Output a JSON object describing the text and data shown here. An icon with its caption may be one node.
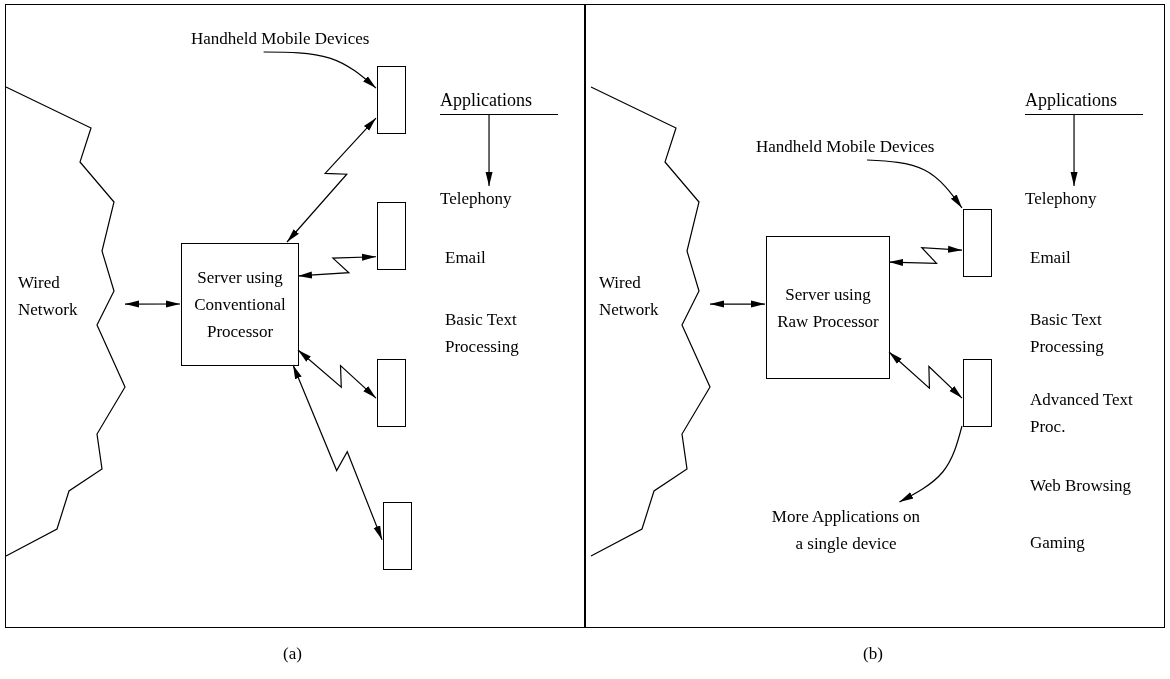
{
  "diagram": {
    "nodes": [
      {
        "text": [],
        "shape": "box",
        "beside": [
          "(a)"
        ]
      },
      {
        "text": [
          "Wired Network"
        ],
        "in": 0
      },
      {
        "text": [
          "Server using Conventional Processor"
        ],
        "in": 0
      },
      {
        "text": [
          "Handheld Mobile Devices"
        ],
        "in": 0
      },
      {
        "text": [],
        "shape": "box",
        "in": 0
      },
      {
        "text": [],
        "shape": "box",
        "in": 0
      },
      {
        "text": [],
        "shape": "box",
        "in": 0
      },
      {
        "text": [],
        "shape": "box",
        "in": 0
      },
      {
        "text": [
          "Applications"
        ],
        "in": 0
      },
      {
        "text": [
          "Telephony"
        ],
        "in": 0
      },
      {
        "text": [],
        "shape": "box",
        "beside": [
          "(b)"
        ]
      },
      {
        "text": [
          "Wired Network"
        ],
        "in": 10
      },
      {
        "text": [
          "Server using Raw Processor"
        ],
        "in": 10
      },
      {
        "text": [
          "Handheld Mobile Devices"
        ],
        "in": 10
      },
      {
        "text": [],
        "shape": "box",
        "in": 10
      },
      {
        "text": [],
        "shape": "box",
        "in": 10
      },
      {
        "text": [
          "Applications"
        ],
        "in": 10
      },
      {
        "text": [
          "Telephony"
        ],
        "in": 10
      },
      {
        "text": [
          "More Applications on a single device"
        ],
        "in": 10
      }
    ],
    "edges": [
      {
        "from": 3,
        "to": 4,
        "arrow": "to"
      },
      {
        "from": 1,
        "to": 2,
        "arrow": "both"
      },
      {
        "from": 2,
        "to": 4,
        "arrow": "both"
      },
      {
        "from": 2,
        "to": 5,
        "arrow": "both"
      },
      {
        "from": 2,
        "to": 6,
        "arrow": "both"
      },
      {
        "from": 2,
        "to": 7,
        "arrow": "both"
      },
      {
        "from": 8,
        "to": 9,
        "arrow": "to"
      },
      {
        "from": 13,
        "to": 14,
        "arrow": "to"
      },
      {
        "from": 11,
        "to": 12,
        "arrow": "both"
      },
      {
        "from": 12,
        "to": 14,
        "arrow": "both"
      },
      {
        "from": 12,
        "to": 15,
        "arrow": "both"
      },
      {
        "from": 15,
        "to": 18,
        "arrow": "to"
      },
      {
        "from": 16,
        "to": 17,
        "arrow": "to"
      }
    ],
    "labels": [
      "Email",
      "Basic Text Processing",
      "Email",
      "Basic Text Processing",
      "Advanced Text Proc.",
      "Web Browsing",
      "Gaming"
    ]
  }
}
